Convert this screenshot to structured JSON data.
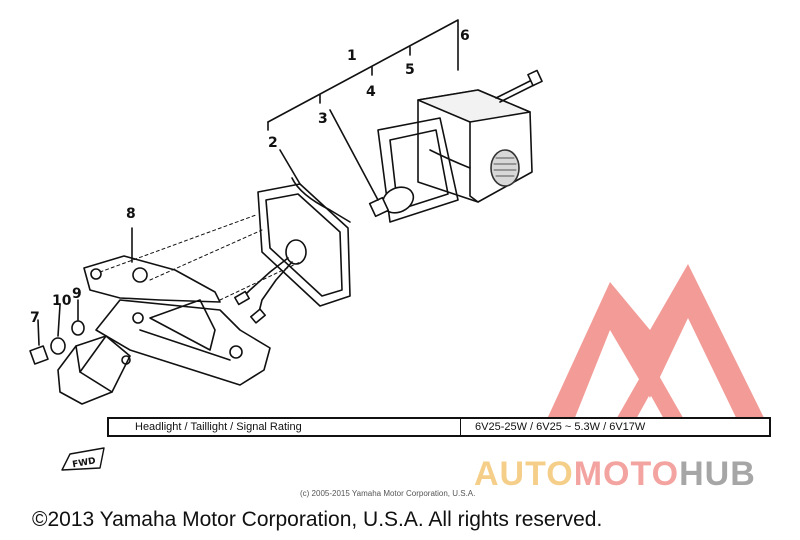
{
  "callouts": [
    "1",
    "2",
    "3",
    "4",
    "5",
    "6",
    "7",
    "8",
    "9",
    "10"
  ],
  "rating_table": {
    "label": "Headlight / Taillight / Signal Rating",
    "value": "6V25-25W / 6V25 ~ 5.3W / 6V17W"
  },
  "small_copyright": "(c) 2005-2015 Yamaha Motor Corporation, U.S.A.",
  "copyright": "©2013 Yamaha Motor Corporation, U.S.A. All rights reserved.",
  "fwd_marker": "FWD",
  "watermark": {
    "part1": "AUTO",
    "part2": "MOTO",
    "part3": "HUB",
    "colors": [
      "#f5cf8a",
      "#f3a4a0",
      "#a6a6a6",
      "#f08a86"
    ]
  }
}
